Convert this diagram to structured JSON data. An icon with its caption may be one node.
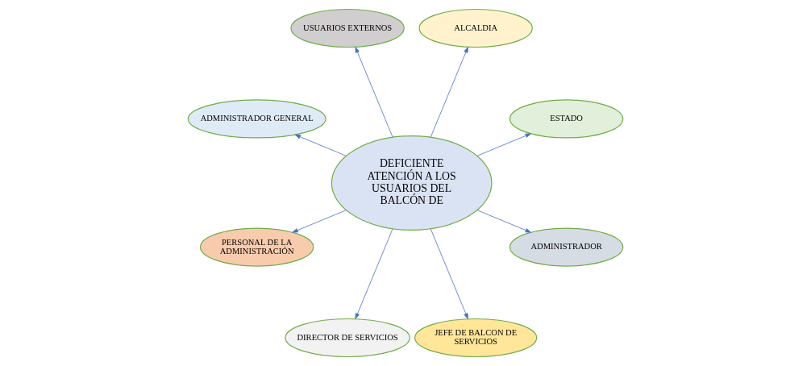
{
  "diagram": {
    "nodes": [
      {
        "text": [
          "ESTADO"
        ]
      },
      {
        "text": [
          "ALCALDIA"
        ]
      },
      {
        "text": [
          "USUARIOS EXTERNOS"
        ]
      },
      {
        "text": [
          "ADMINISTRADOR GENERAL"
        ]
      },
      {
        "text": [
          "DEFICIENTE ATENCIÓN A LOS USUARIOS DEL BALCÓN DE"
        ]
      },
      {
        "text": [
          "PERSONAL DE LA ADMINISTRACIÓN"
        ]
      },
      {
        "text": [
          "DIRECTOR DE SERVICIOS"
        ]
      },
      {
        "text": [
          "JEFE DE BALCON DE SERVICIOS"
        ]
      },
      {
        "text": [
          "ADMINISTRADOR"
        ]
      }
    ],
    "edges": [
      {
        "from": 4,
        "to": 0,
        "arrow": "to"
      },
      {
        "from": 4,
        "to": 1,
        "arrow": "to"
      },
      {
        "from": 4,
        "to": 3,
        "arrow": "to"
      },
      {
        "from": 4,
        "to": 6,
        "arrow": "to"
      },
      {
        "from": 4,
        "to": 8,
        "arrow": "to"
      },
      {
        "from": 4,
        "to": 7,
        "arrow": "to"
      },
      {
        "from": 4,
        "to": 5,
        "arrow": "to"
      },
      {
        "from": 4,
        "to": 2,
        "arrow": "to"
      }
    ]
  }
}
